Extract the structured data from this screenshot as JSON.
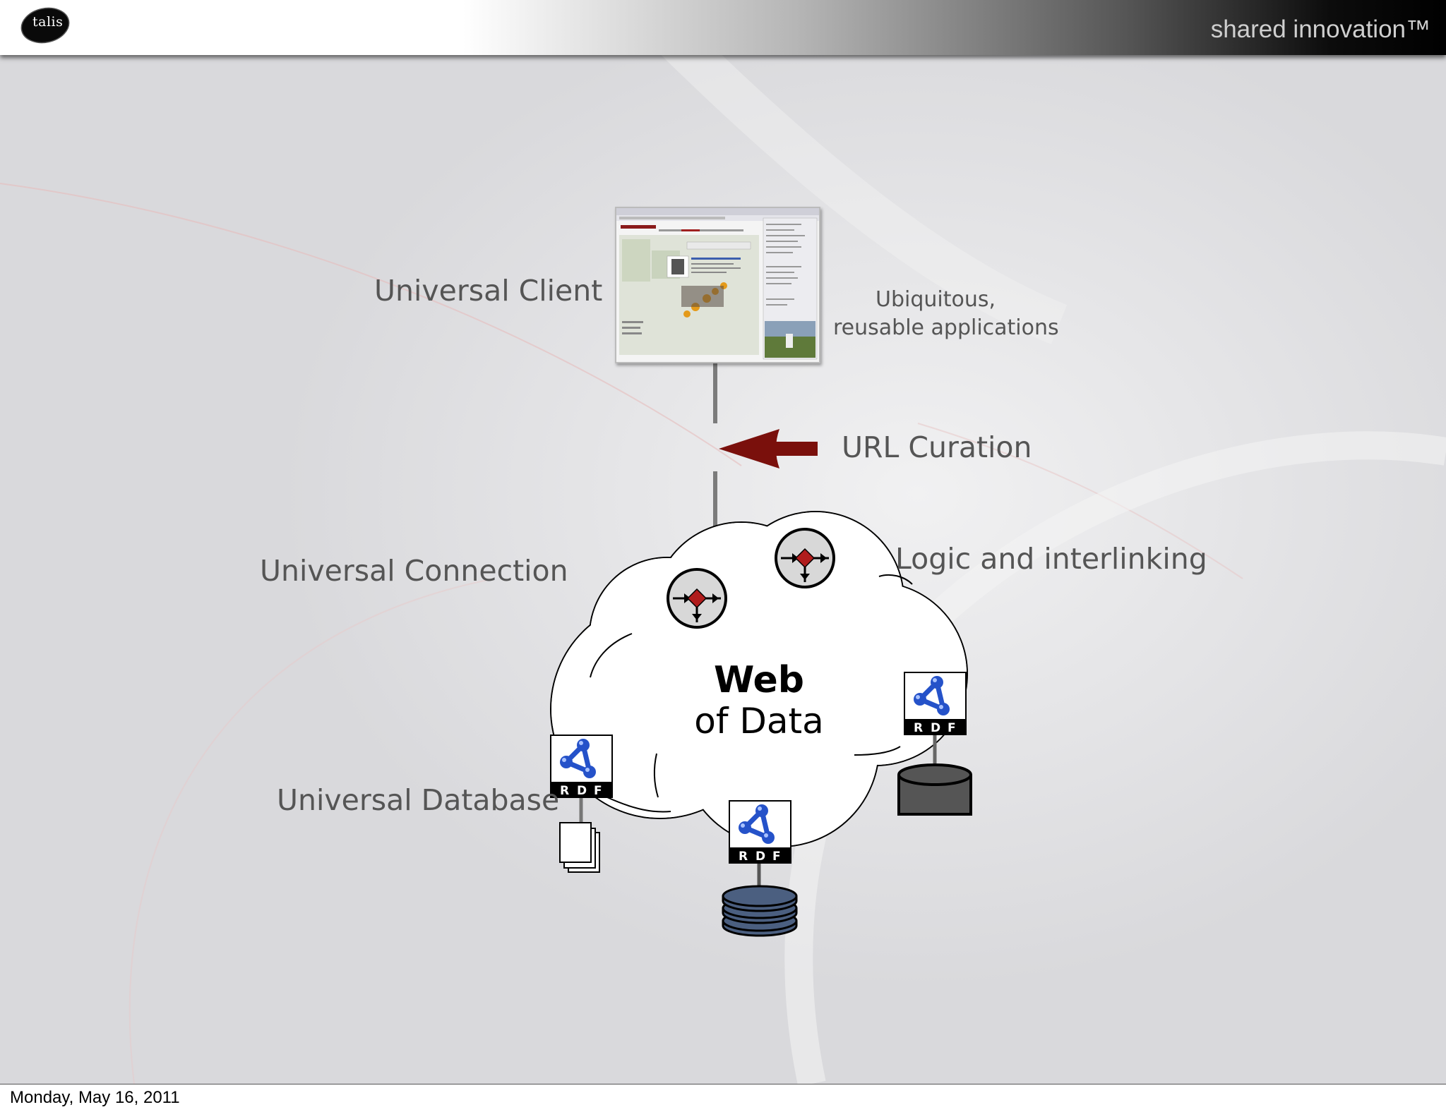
{
  "header": {
    "logo_text": "talis",
    "tagline": "shared innovation™"
  },
  "labels": {
    "universal_client": "Universal Client",
    "ubiquitous_line1": "Ubiquitous,",
    "ubiquitous_line2": "reusable applications",
    "url_curation": "URL Curation",
    "universal_connection": "Universal Connection",
    "logic_interlinking": "Logic and interlinking",
    "universal_database": "Universal Database"
  },
  "cloud": {
    "title_line1": "Web",
    "title_line2": "of Data"
  },
  "rdf_badge": {
    "letters": [
      "R",
      "D",
      "F"
    ]
  },
  "colors": {
    "arrow": "#7a100c",
    "logic_node_diamond": "#b01c1c",
    "db_cylinder_dark": "#555555",
    "db_stack_blue": "#4b5f80",
    "rdf_node_blue": "#2552c9"
  },
  "footer": {
    "date": "Monday, May 16, 2011"
  }
}
